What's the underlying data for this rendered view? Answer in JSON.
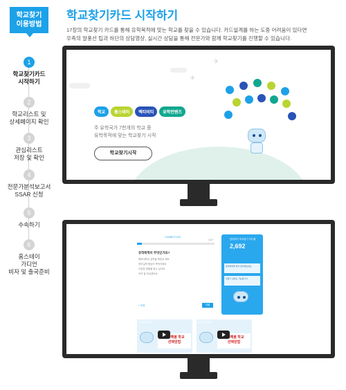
{
  "sidebar": {
    "badge_line1": "학교찾기",
    "badge_line2": "이용방법",
    "steps": [
      {
        "num": "1",
        "line1": "학교찾기카드",
        "line2": "시작하기",
        "line3": ""
      },
      {
        "num": "2",
        "line1": "학교리스트 및",
        "line2": "상세페이지 확인",
        "line3": ""
      },
      {
        "num": "3",
        "line1": "관심리스트",
        "line2": "저장 및 확인",
        "line3": ""
      },
      {
        "num": "4",
        "line1": "전문가분석보고서",
        "line2": "SSAR 신청",
        "line3": ""
      },
      {
        "num": "5",
        "line1": "수속하기",
        "line2": "",
        "line3": ""
      },
      {
        "num": "6",
        "line1": "홈스테이",
        "line2": "가디언",
        "line3": "비자 및 출국준비"
      }
    ]
  },
  "header": {
    "title": "학교찾기카드 시작하기",
    "desc_line1": "17장의 학교찾기 카드를 통해 유학목적에 맞는 학교를 찾을 수 있습니다. 카드설계를 하는 도중 어려움이 있다면",
    "desc_line2": "우측의 알풍선 팁과 하단의 상담영상, 실시간 상담을 통해 전문가와 함께 학교찾기를 진행할 수 있습니다."
  },
  "monitor1": {
    "tags": [
      "학교",
      "홈스테이",
      "액티비티",
      "유학컨텐츠"
    ],
    "text_line1": "주 유학국가 7천개의 학교 중",
    "text_line2": "유학목적에 맞는 학교찾기 시작",
    "button": "학교찾기시작"
  },
  "monitor2": {
    "brand": "CONNECT-ED",
    "progress_label": "1/17",
    "progress": 0.06,
    "question": "유학목적이 무엇인가요?",
    "options": [
      "해외대학교 입학을 목표로 해요",
      "영어실력 향상이 목적이에요",
      "다양한 경험을 쌓고 싶어요",
      "아직 잘 모르겠어요"
    ],
    "prev": "< 이전",
    "next": "다음",
    "card_small": "현재까지 학교찾기 카드를",
    "card_big": "2,692",
    "card_tip1": "유학목적을 먼저 생각해보세요",
    "card_tip2": "전문가 상담도 가능합니다",
    "video_title": "유학상담 영상",
    "video1_banner_line1": "선택해볼 학교",
    "video1_banner_line2": "선택방법",
    "video2_banner_line1": "선택해볼 학교",
    "video2_banner_line2": "선택방법"
  }
}
